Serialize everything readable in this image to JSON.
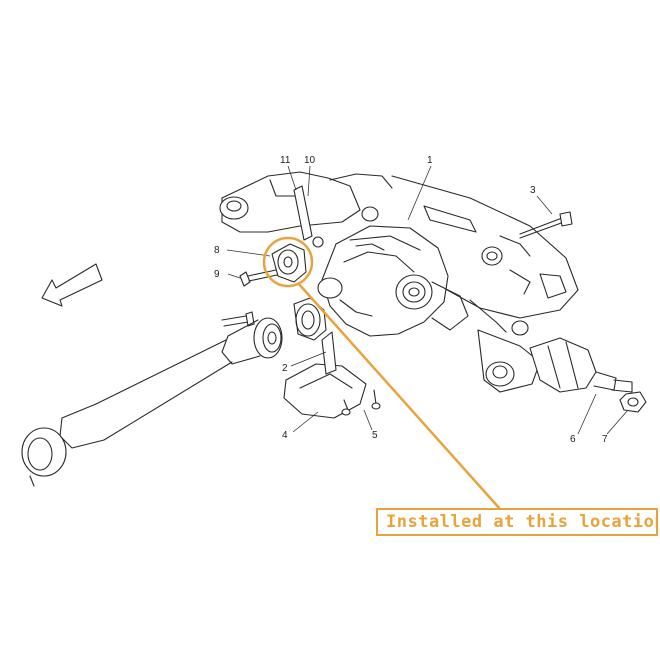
{
  "callout": {
    "text": "Installed at this location",
    "color": "#e8a33c"
  },
  "part_numbers": [
    "1",
    "2",
    "3",
    "4",
    "5",
    "6",
    "7",
    "8",
    "9",
    "10",
    "11"
  ],
  "icons": {
    "direction_arrow": "front-direction-arrow-icon"
  }
}
